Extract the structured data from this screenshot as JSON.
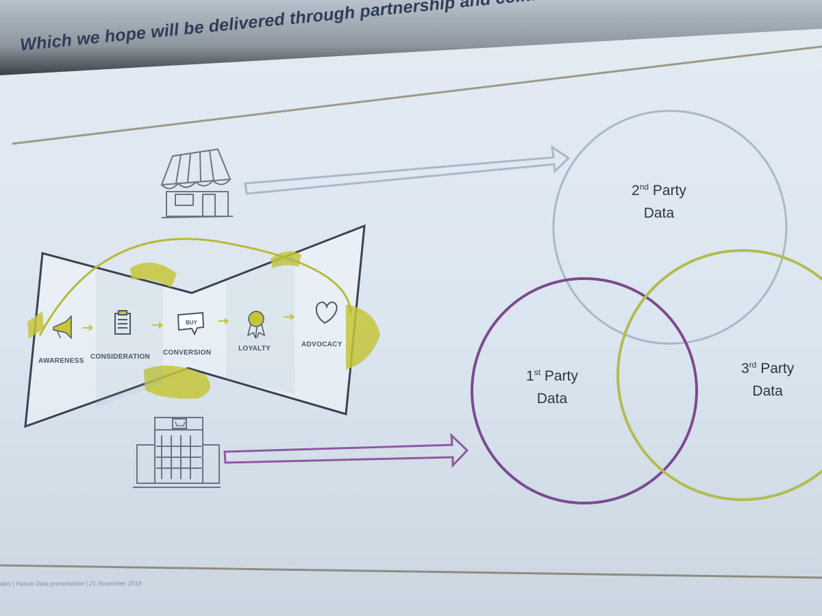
{
  "slide": {
    "title": "Which we hope will be delivered through partnership and collaboration",
    "footer": "ities | Future Data presentation | 21 November 2018"
  },
  "journey": {
    "stages": [
      {
        "label": "AWARENESS",
        "icon": "megaphone-icon"
      },
      {
        "label": "CONSIDERATION",
        "icon": "clipboard-icon"
      },
      {
        "label": "CONVERSION",
        "icon": "buy-tag-icon"
      },
      {
        "label": "LOYALTY",
        "icon": "rosette-icon"
      },
      {
        "label": "ADVOCACY",
        "icon": "heart-icon"
      }
    ],
    "buy_tag_text": "BUY"
  },
  "venn": {
    "second_party": {
      "ordinal": "2",
      "suffix": "nd",
      "line1": "Party",
      "line2": "Data",
      "color": "#a9b8c8"
    },
    "first_party": {
      "ordinal": "1",
      "suffix": "st",
      "line1": "Party",
      "line2": "Data",
      "color": "#7b4a8e"
    },
    "third_party": {
      "ordinal": "3",
      "suffix": "rd",
      "line1": "Party",
      "line2": "Data",
      "color": "#b3bb4f"
    }
  },
  "icons": {
    "top_building": "storefront-icon",
    "bottom_building": "shopping-mall-icon",
    "top_arrow": "arrow-right-icon",
    "bottom_arrow": "arrow-right-icon"
  },
  "colors": {
    "slide_background": "#e6edf4",
    "title_text": "#2e3d57",
    "rule_line": "#9a9a86",
    "accent_yellow": "#c6c53a",
    "arrow_purple": "#8c5aa0"
  }
}
